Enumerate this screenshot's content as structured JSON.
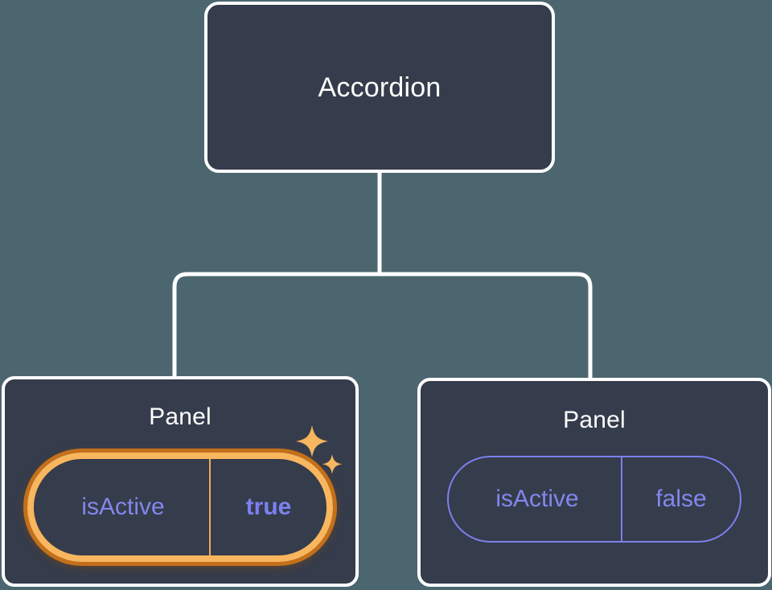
{
  "diagram": {
    "type": "component-tree",
    "background_color": "#4c666f",
    "node_fill": "#353c4b",
    "node_border": "#ffffff",
    "connector_color": "#ffffff",
    "highlight_color": "#f8b65e",
    "highlight_glow_color": "#c4701a",
    "prop_color": "#8287ee",
    "root": {
      "label": "Accordion",
      "children": [
        {
          "label": "Panel",
          "highlighted": true,
          "prop": {
            "key": "isActive",
            "value": "true",
            "value_bold": true
          },
          "sparkle_icon": "sparkles-icon"
        },
        {
          "label": "Panel",
          "highlighted": false,
          "prop": {
            "key": "isActive",
            "value": "false",
            "value_bold": false
          }
        }
      ]
    }
  }
}
